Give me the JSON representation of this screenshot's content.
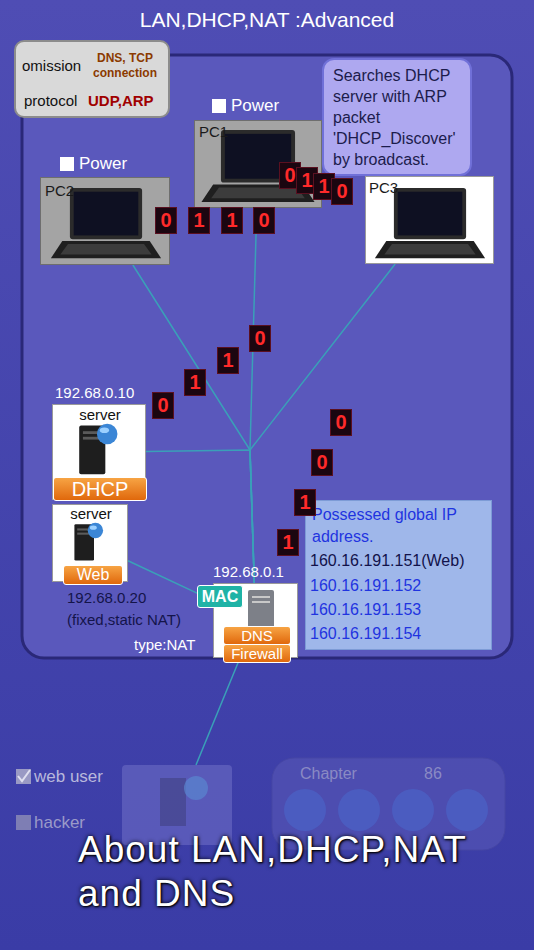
{
  "diagram": {
    "title": "LAN,DHCP,NAT :Advanced",
    "caption": "About LAN,DHCP,NAT and DNS",
    "nodes": [
      {
        "text": [
          "omission",
          "DNS, TCP connection",
          "protocol",
          "UDP,ARP"
        ]
      },
      {
        "text": [
          "Searches DHCP server with ARP packet 'DHCP_Discover' by broadcast."
        ]
      },
      {
        "text": [
          "Power",
          "PC1"
        ]
      },
      {
        "text": [
          "Power",
          "PC2"
        ]
      },
      {
        "text": [
          "PC3"
        ]
      },
      {
        "text": [
          "192.68.0.10",
          "server",
          "DHCP"
        ]
      },
      {
        "text": [
          "Possessed global IP address.",
          "160.16.191.151(Web)",
          "160.16.191.152",
          "160.16.191.153",
          "160.16.191.154"
        ]
      },
      {
        "text": [
          "server",
          "Web",
          "192.68.0.20 (fixed,static NAT)"
        ]
      },
      {
        "text": [
          "192.68.0.1",
          "MAC",
          "DNS",
          "Firewall",
          "type:NAT"
        ]
      }
    ],
    "edges": [
      {
        "from": 3,
        "to": 8,
        "arrow": "none"
      },
      {
        "from": 2,
        "to": 8,
        "arrow": "none"
      },
      {
        "from": 4,
        "to": 8,
        "arrow": "none"
      },
      {
        "from": 5,
        "to": 8,
        "arrow": "none"
      },
      {
        "from": 7,
        "to": 8,
        "arrow": "none"
      }
    ],
    "labels": [
      "0",
      "1",
      "1",
      "0",
      "0",
      "1",
      "1",
      "0",
      "0",
      "1",
      "1",
      "0",
      "0",
      "0",
      "1",
      "1",
      "web user",
      "hacker",
      "Chapter",
      "86"
    ]
  }
}
